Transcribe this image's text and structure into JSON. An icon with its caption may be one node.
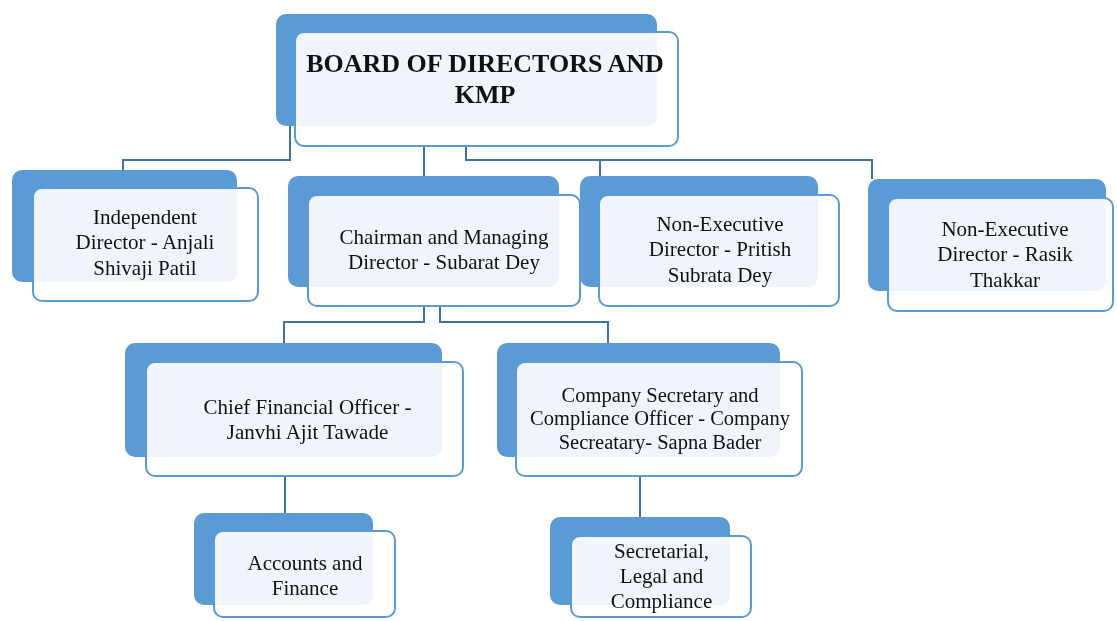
{
  "diagram": {
    "nodes": [
      {
        "text": [
          "BOARD OF DIRECTORS AND KMP"
        ]
      },
      {
        "text": [
          "Independent Director - Anjali Shivaji Patil"
        ]
      },
      {
        "text": [
          "Chairman and Managing Director - Subarat Dey"
        ]
      },
      {
        "text": [
          "Non-Executive Director - Pritish Subrata Dey"
        ]
      },
      {
        "text": [
          "Non-Executive Director - Rasik Thakkar"
        ]
      },
      {
        "text": [
          "Chief Financial Officer - Janvhi Ajit Tawade"
        ]
      },
      {
        "text": [
          "Company Secretary and Compliance Officer - Company Secreatary- Sapna Bader"
        ]
      },
      {
        "text": [
          "Accounts and Finance"
        ]
      },
      {
        "text": [
          "Secretarial, Legal and Compliance"
        ]
      }
    ],
    "edges": [
      {
        "from": 0,
        "to": 1,
        "arrow": "none"
      },
      {
        "from": 0,
        "to": 2,
        "arrow": "none"
      },
      {
        "from": 0,
        "to": 3,
        "arrow": "none"
      },
      {
        "from": 0,
        "to": 4,
        "arrow": "none"
      },
      {
        "from": 2,
        "to": 5,
        "arrow": "none"
      },
      {
        "from": 2,
        "to": 6,
        "arrow": "none"
      },
      {
        "from": 5,
        "to": 7,
        "arrow": "none"
      },
      {
        "from": 6,
        "to": 8,
        "arrow": "none"
      }
    ]
  }
}
